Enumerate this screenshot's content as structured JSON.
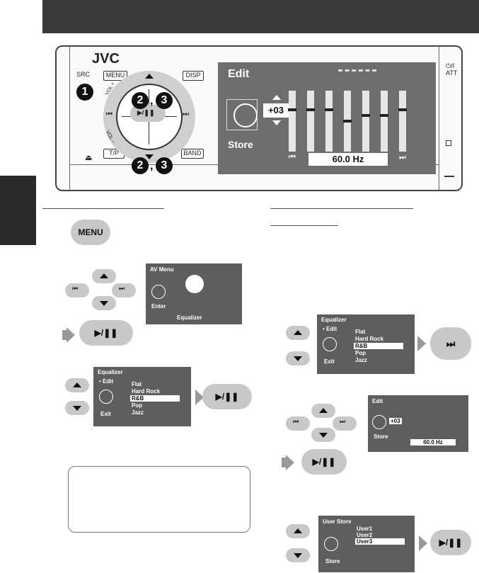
{
  "top_bar": {
    "color": "#3a3a3a"
  },
  "unit": {
    "brand": "JVC",
    "src_label": "SRC",
    "menu_label": "MENU",
    "disp_label": "DISP",
    "tp_label": "T/P",
    "band_label": "BAND",
    "vol_plus_label": "VOL +",
    "vol_minus_label": "VOL –",
    "power_label": "⏻/I",
    "att_label": "ATT",
    "eject_glyph": "⏏",
    "step_1": "1",
    "step_2": "2",
    "step_3": "3",
    "comma": ",",
    "play_pause": "▶/❚❚",
    "screen": {
      "title": "Edit",
      "value": "+03",
      "store": "Store",
      "frequency": "60.0 Hz",
      "prev_glyph": "⏮",
      "next_glyph": "⏭"
    }
  },
  "left_col": {
    "menu_button": "MENU",
    "play_pause": "▶/❚❚",
    "av_menu": {
      "title": "AV Menu",
      "enter": "Enter",
      "label": "Equalizer"
    },
    "equalizer": {
      "title": "Equalizer",
      "edit": "Edit",
      "items": [
        "Flat",
        "Hard Rock",
        "R&B",
        "Pop",
        "Jazz"
      ],
      "selected_index": 2,
      "exit": "Exit"
    }
  },
  "right_col": {
    "play_pause": "▶/❚❚",
    "equalizer": {
      "title": "Equalizer",
      "edit": "Edit",
      "items": [
        "Flat",
        "Hard Rock",
        "R&B",
        "Pop",
        "Jazz"
      ],
      "selected_index": 2,
      "exit": "Exit"
    },
    "edit": {
      "title": "Edit",
      "value": "+03",
      "store": "Store",
      "frequency": "60.0 Hz"
    },
    "user_store": {
      "title": "User Store",
      "items": [
        "User1",
        "User2",
        "User3"
      ],
      "selected_index": 2,
      "store": "Store"
    }
  },
  "eq_levels": [
    0.7,
    0.7,
    0.7,
    0.5,
    0.6,
    0.6,
    0.7
  ]
}
